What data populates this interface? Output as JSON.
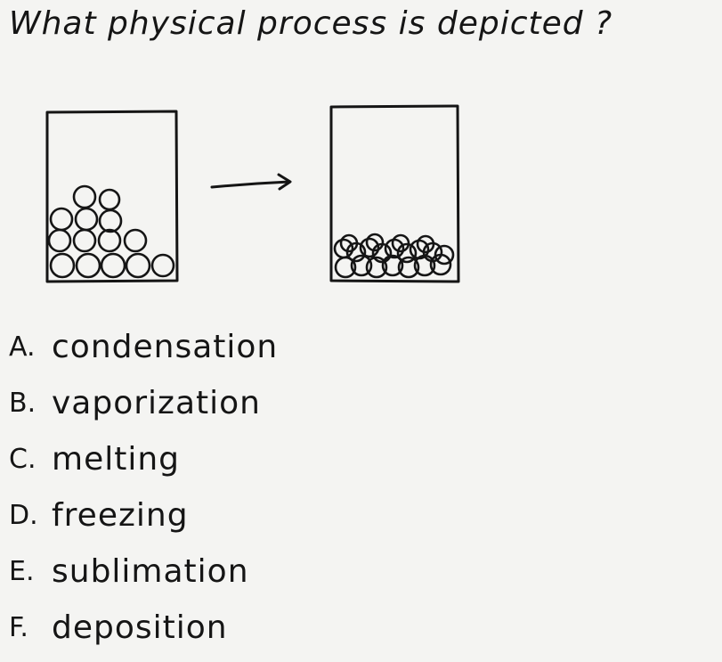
{
  "question": "What physical process is depicted ?",
  "diagram": {
    "before_state": "tightly packed particles",
    "after_state": "loosely packed particles",
    "arrow": "arrow-right-icon"
  },
  "options": [
    {
      "letter": "A.",
      "text": "condensation"
    },
    {
      "letter": "B.",
      "text": "vaporization"
    },
    {
      "letter": "C.",
      "text": "melting"
    },
    {
      "letter": "D.",
      "text": "freezing"
    },
    {
      "letter": "E.",
      "text": "sublimation"
    },
    {
      "letter": "F.",
      "text": "deposition"
    }
  ],
  "colors": {
    "background": "#f4f4f2",
    "ink": "#151515"
  }
}
